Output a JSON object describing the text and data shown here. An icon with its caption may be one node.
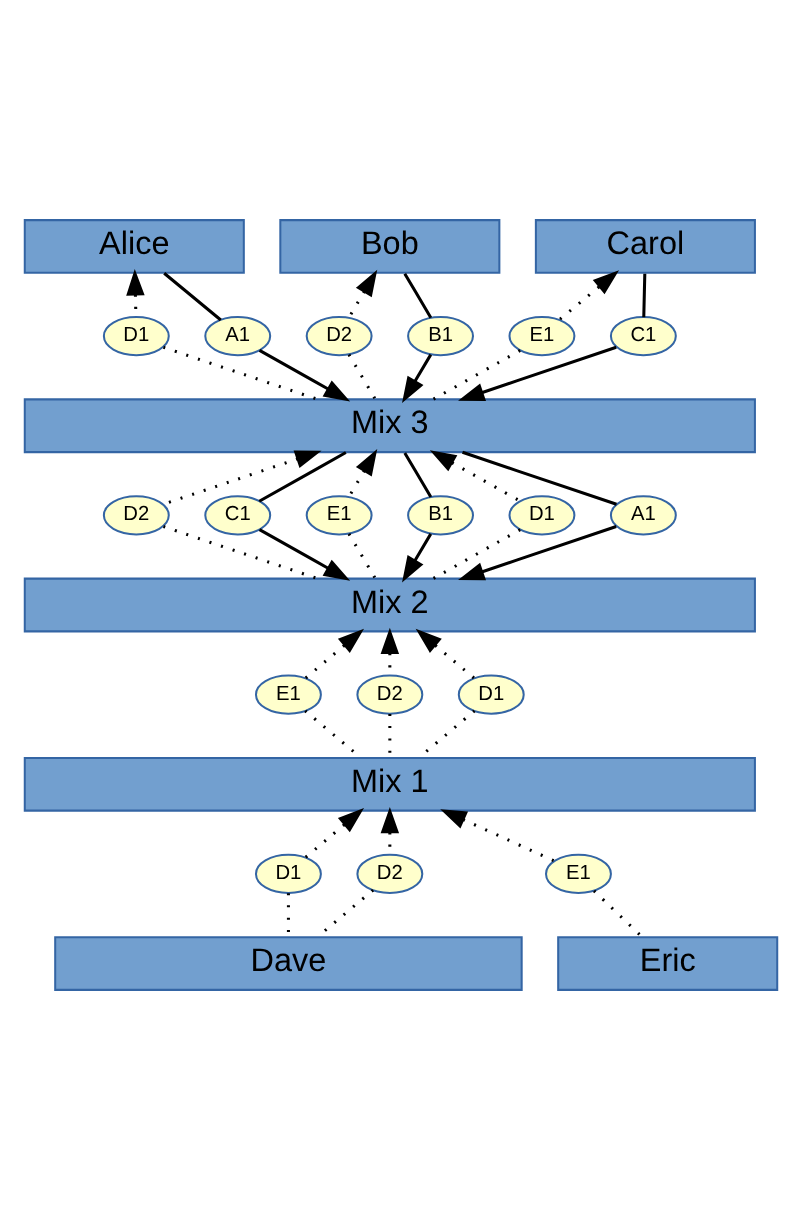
{
  "diagram": {
    "nodes": [
      {
        "text": [
          "Alice"
        ]
      },
      {
        "text": [
          "Bob"
        ]
      },
      {
        "text": [
          "Carol"
        ]
      },
      {
        "text": [
          "D1"
        ]
      },
      {
        "text": [
          "A1"
        ]
      },
      {
        "text": [
          "D2"
        ]
      },
      {
        "text": [
          "B1"
        ]
      },
      {
        "text": [
          "E1"
        ]
      },
      {
        "text": [
          "C1"
        ]
      },
      {
        "text": [
          "Mix 3"
        ]
      },
      {
        "text": [
          "D2"
        ]
      },
      {
        "text": [
          "C1"
        ]
      },
      {
        "text": [
          "E1"
        ]
      },
      {
        "text": [
          "B1"
        ]
      },
      {
        "text": [
          "D1"
        ]
      },
      {
        "text": [
          "A1"
        ]
      },
      {
        "text": [
          "Mix 2"
        ]
      },
      {
        "text": [
          "E1"
        ]
      },
      {
        "text": [
          "D2"
        ]
      },
      {
        "text": [
          "D1"
        ]
      },
      {
        "text": [
          "Mix 1"
        ]
      },
      {
        "text": [
          "D1"
        ]
      },
      {
        "text": [
          "D2"
        ]
      },
      {
        "text": [
          "E1"
        ]
      },
      {
        "text": [
          "Dave"
        ]
      },
      {
        "text": [
          "Eric"
        ]
      }
    ],
    "edges": [
      {
        "from": 9,
        "to": 3,
        "arrow": "none",
        "style": "dashed"
      },
      {
        "from": 3,
        "to": 0,
        "arrow": "to",
        "style": "dashed"
      },
      {
        "from": 0,
        "to": 4,
        "arrow": "none"
      },
      {
        "from": 4,
        "to": 9,
        "arrow": "to"
      },
      {
        "from": 9,
        "to": 5,
        "arrow": "none",
        "style": "dashed"
      },
      {
        "from": 5,
        "to": 1,
        "arrow": "to",
        "style": "dashed"
      },
      {
        "from": 1,
        "to": 6,
        "arrow": "none"
      },
      {
        "from": 6,
        "to": 9,
        "arrow": "to"
      },
      {
        "from": 9,
        "to": 7,
        "arrow": "none",
        "style": "dashed"
      },
      {
        "from": 7,
        "to": 2,
        "arrow": "to",
        "style": "dashed"
      },
      {
        "from": 2,
        "to": 8,
        "arrow": "none"
      },
      {
        "from": 8,
        "to": 9,
        "arrow": "to"
      },
      {
        "from": 16,
        "to": 10,
        "arrow": "none",
        "style": "dashed"
      },
      {
        "from": 10,
        "to": 9,
        "arrow": "to",
        "style": "dashed"
      },
      {
        "from": 9,
        "to": 11,
        "arrow": "none"
      },
      {
        "from": 11,
        "to": 16,
        "arrow": "to"
      },
      {
        "from": 16,
        "to": 12,
        "arrow": "none",
        "style": "dashed"
      },
      {
        "from": 12,
        "to": 9,
        "arrow": "to",
        "style": "dashed"
      },
      {
        "from": 9,
        "to": 13,
        "arrow": "none"
      },
      {
        "from": 13,
        "to": 16,
        "arrow": "to"
      },
      {
        "from": 16,
        "to": 14,
        "arrow": "none",
        "style": "dashed"
      },
      {
        "from": 14,
        "to": 9,
        "arrow": "to",
        "style": "dashed"
      },
      {
        "from": 9,
        "to": 15,
        "arrow": "none"
      },
      {
        "from": 15,
        "to": 16,
        "arrow": "to"
      },
      {
        "from": 20,
        "to": 17,
        "arrow": "none",
        "style": "dashed"
      },
      {
        "from": 17,
        "to": 16,
        "arrow": "to",
        "style": "dashed"
      },
      {
        "from": 20,
        "to": 18,
        "arrow": "none",
        "style": "dashed"
      },
      {
        "from": 18,
        "to": 16,
        "arrow": "to",
        "style": "dashed"
      },
      {
        "from": 20,
        "to": 19,
        "arrow": "none",
        "style": "dashed"
      },
      {
        "from": 19,
        "to": 16,
        "arrow": "to",
        "style": "dashed"
      },
      {
        "from": 24,
        "to": 21,
        "arrow": "none",
        "style": "dashed"
      },
      {
        "from": 21,
        "to": 20,
        "arrow": "to",
        "style": "dashed"
      },
      {
        "from": 24,
        "to": 22,
        "arrow": "none",
        "style": "dashed"
      },
      {
        "from": 22,
        "to": 20,
        "arrow": "to",
        "style": "dashed"
      },
      {
        "from": 25,
        "to": 23,
        "arrow": "none",
        "style": "dashed"
      },
      {
        "from": 23,
        "to": 20,
        "arrow": "to",
        "style": "dashed"
      }
    ]
  }
}
